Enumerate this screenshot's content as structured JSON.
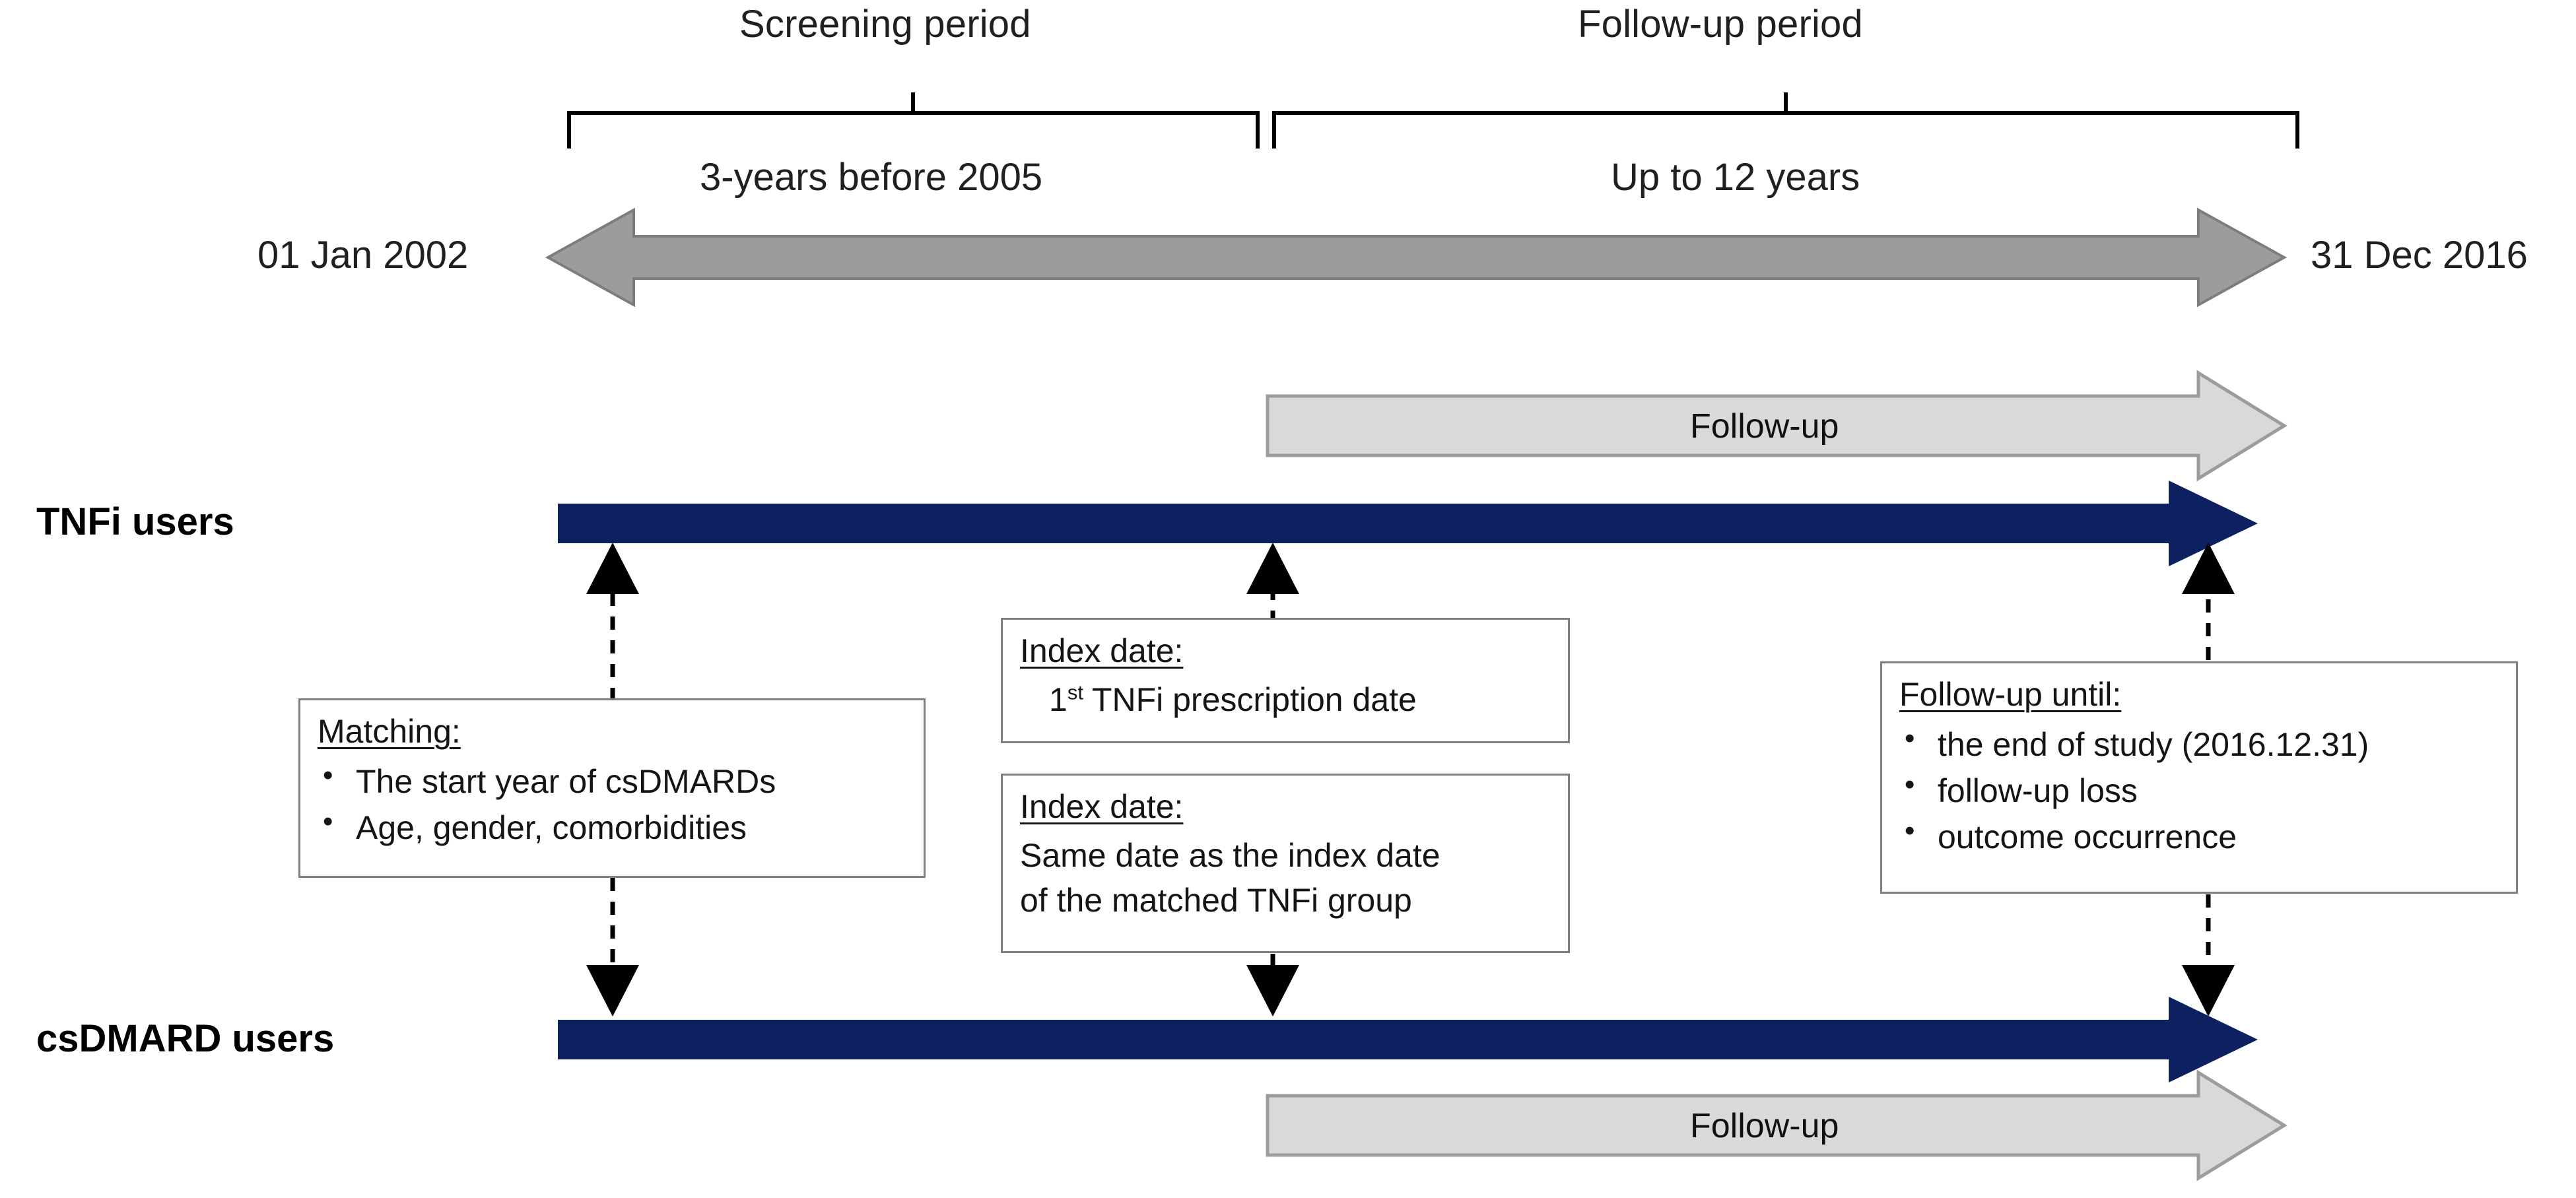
{
  "figure": {
    "type": "study-design-timeline",
    "colors": {
      "timeline_navy": "#0d2160",
      "big_arrow_gray": "#9c9c9c",
      "followup_arrow_fill": "#d9d9d9",
      "followup_arrow_border": "#9c9c9c",
      "callout_border": "#808080",
      "text": "#151515"
    }
  },
  "top": {
    "periods": [
      {
        "label": "Screening period"
      },
      {
        "label": "Follow-up period"
      }
    ],
    "brace_captions": [
      {
        "label": "3-years before 2005"
      },
      {
        "label": "Up to 12 years"
      }
    ],
    "timeline": {
      "start_label": "01 Jan 2002",
      "end_label": "31 Dec 2016"
    }
  },
  "rows": [
    {
      "id": "tnfi",
      "label": "TNFi users",
      "followup_arrow_label": "Follow-up"
    },
    {
      "id": "csdmard",
      "label": "csDMARD users",
      "followup_arrow_label": "Follow-up"
    }
  ],
  "callouts": {
    "matching": {
      "title": "Matching:",
      "bullets": [
        "The start year of csDMARDs",
        "Age, gender, comorbidities"
      ]
    },
    "index_date_tnfi": {
      "title": "Index date:",
      "line": "1st TNFi prescription date",
      "line_prefix": "1",
      "line_sup": "st",
      "line_rest": " TNFi prescription date"
    },
    "index_date_csdmard": {
      "title": "Index date:",
      "line1": "Same date as the index date",
      "line2": "of the matched TNFi group"
    },
    "followup_until": {
      "title": "Follow-up until:",
      "bullets": [
        "the end of study (2016.12.31)",
        "follow-up loss",
        "outcome occurrence"
      ]
    }
  }
}
